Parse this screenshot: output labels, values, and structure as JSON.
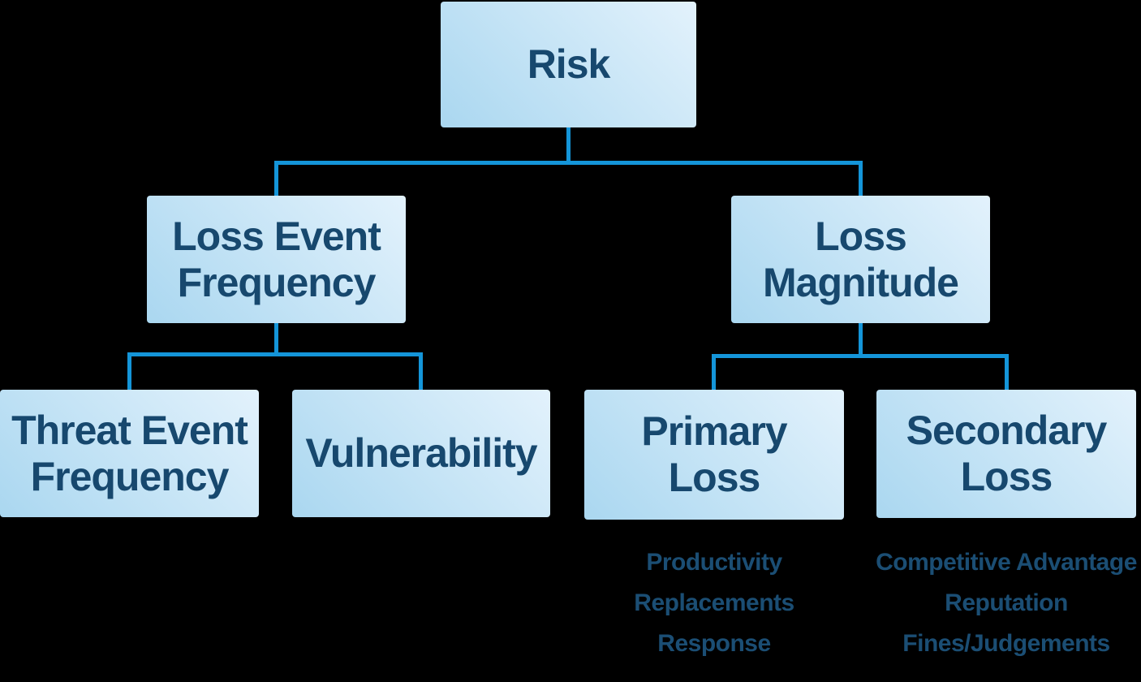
{
  "colors": {
    "background": "#000000",
    "connector": "#1495d9",
    "box_grad_start": "#aad7f0",
    "box_grad_end": "#e3f2fc",
    "box_text": "#17486e",
    "list_text": "#1b4e74"
  },
  "nodes": {
    "risk": {
      "label": "Risk",
      "lines": [
        "Risk"
      ]
    },
    "loss_event_frequency": {
      "label": "Loss Event Frequency",
      "lines": [
        "Loss Event",
        "Frequency"
      ]
    },
    "loss_magnitude": {
      "label": "Loss Magnitude",
      "lines": [
        "Loss",
        "Magnitude"
      ]
    },
    "threat_event_frequency": {
      "label": "Threat Event Frequency",
      "lines": [
        "Threat Event",
        "Frequency"
      ]
    },
    "vulnerability": {
      "label": "Vulnerability",
      "lines": [
        "Vulnerability"
      ]
    },
    "primary_loss": {
      "label": "Primary Loss",
      "lines": [
        "Primary",
        "Loss"
      ]
    },
    "secondary_loss": {
      "label": "Secondary Loss",
      "lines": [
        "Secondary",
        "Loss"
      ]
    }
  },
  "lists": {
    "primary_loss_factors": {
      "items": [
        "Productivity",
        "Replacements",
        "Response"
      ]
    },
    "secondary_loss_factors": {
      "items": [
        "Competitive Advantage",
        "Reputation",
        "Fines/Judgements"
      ]
    }
  }
}
